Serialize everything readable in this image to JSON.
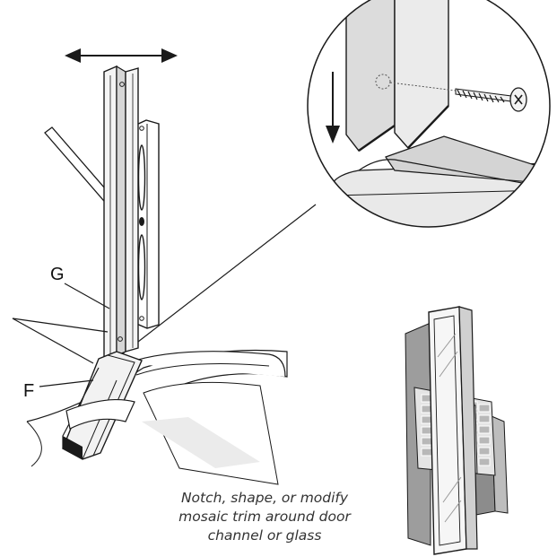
{
  "labels": {
    "g": "G",
    "f": "F"
  },
  "caption": {
    "lines": [
      "Notch, shape, or modify",
      "mosaic trim around door",
      "channel or glass"
    ]
  },
  "colors": {
    "stroke": "#1a1a1a",
    "fill_light": "#f2f2f2",
    "fill_mid": "#d9d9d9",
    "fill_dark": "#9a9a9a",
    "tile_grey": "#b8b8b8"
  },
  "icons": [
    "double-arrow-icon",
    "down-arrow-icon",
    "screw-icon",
    "pencil-icon",
    "level-icon"
  ]
}
